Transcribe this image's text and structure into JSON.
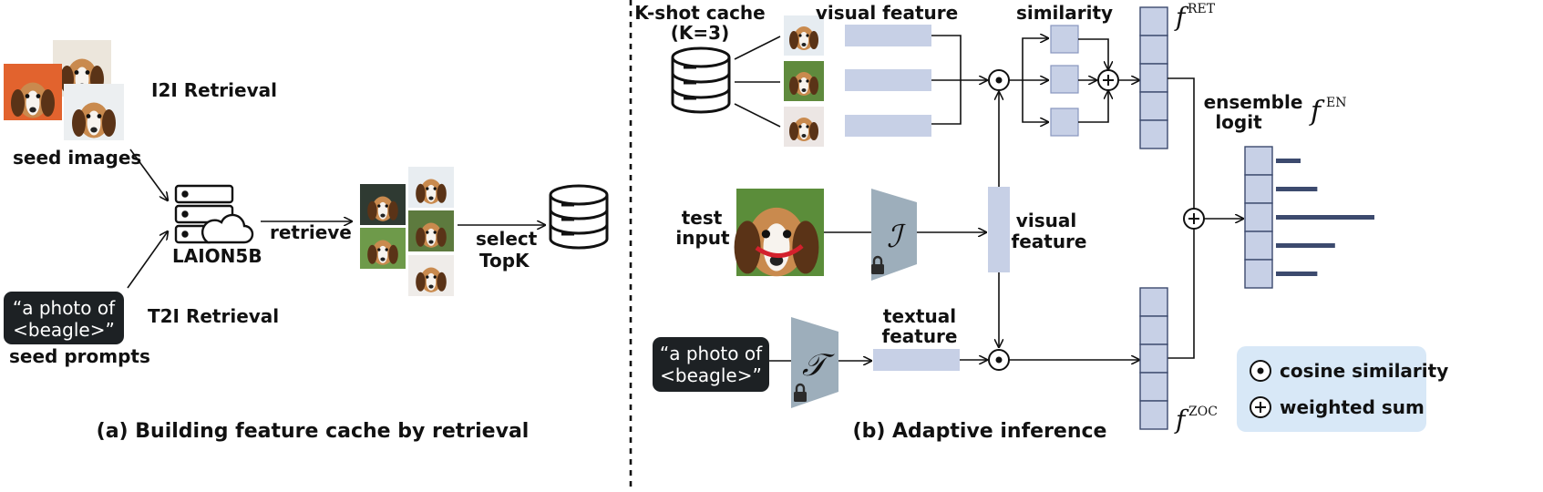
{
  "left": {
    "seed_images_label": "seed images",
    "i2i_label": "I2I Retrieval",
    "t2i_label": "T2I Retrieval",
    "prompt_line1": "“a photo of",
    "prompt_line2": "<beagle>”",
    "seed_prompts_label": "seed prompts",
    "laion_label": "LAION5B",
    "retrieve_label": "retrieve",
    "select_line1": "select",
    "select_line2": "TopK",
    "caption": "(a) Building feature cache by retrieval"
  },
  "right": {
    "cache_line1": "K-shot cache",
    "cache_line2": "(K=3)",
    "visual_feature_top": "visual feature",
    "similarity": "similarity",
    "f_ret_base": "f",
    "f_ret_sup": "RET",
    "ensemble_line1": "ensemble",
    "ensemble_line2": "logit",
    "f_en_base": "f",
    "f_en_sup": "EN",
    "test_line1": "test",
    "test_line2": "input",
    "image_encoder_symbol": "ℐ",
    "text_encoder_symbol": "𝒯",
    "visual_feature_line1": "visual",
    "visual_feature_line2": "feature",
    "textual_feature_line1": "textual",
    "textual_feature_line2": "feature",
    "prompt_line1": "“a photo of",
    "prompt_line2": "<beagle>”",
    "f_zoc_base": "f",
    "f_zoc_sup": "ZOC",
    "legend_cosine": "cosine similarity",
    "legend_weighted": "weighted sum",
    "caption": "(b) Adaptive inference",
    "ensemble_bars": [
      0.25,
      0.42,
      1.0,
      0.6,
      0.42
    ]
  },
  "colors": {
    "feature_fill": "#c7d0e6",
    "feature_stroke": "#8896bf",
    "bar_color": "#3c4a6e",
    "legend_bg": "#d8e8f7",
    "encoder_fill": "#9daebb",
    "pill_bg": "#1d2124"
  }
}
